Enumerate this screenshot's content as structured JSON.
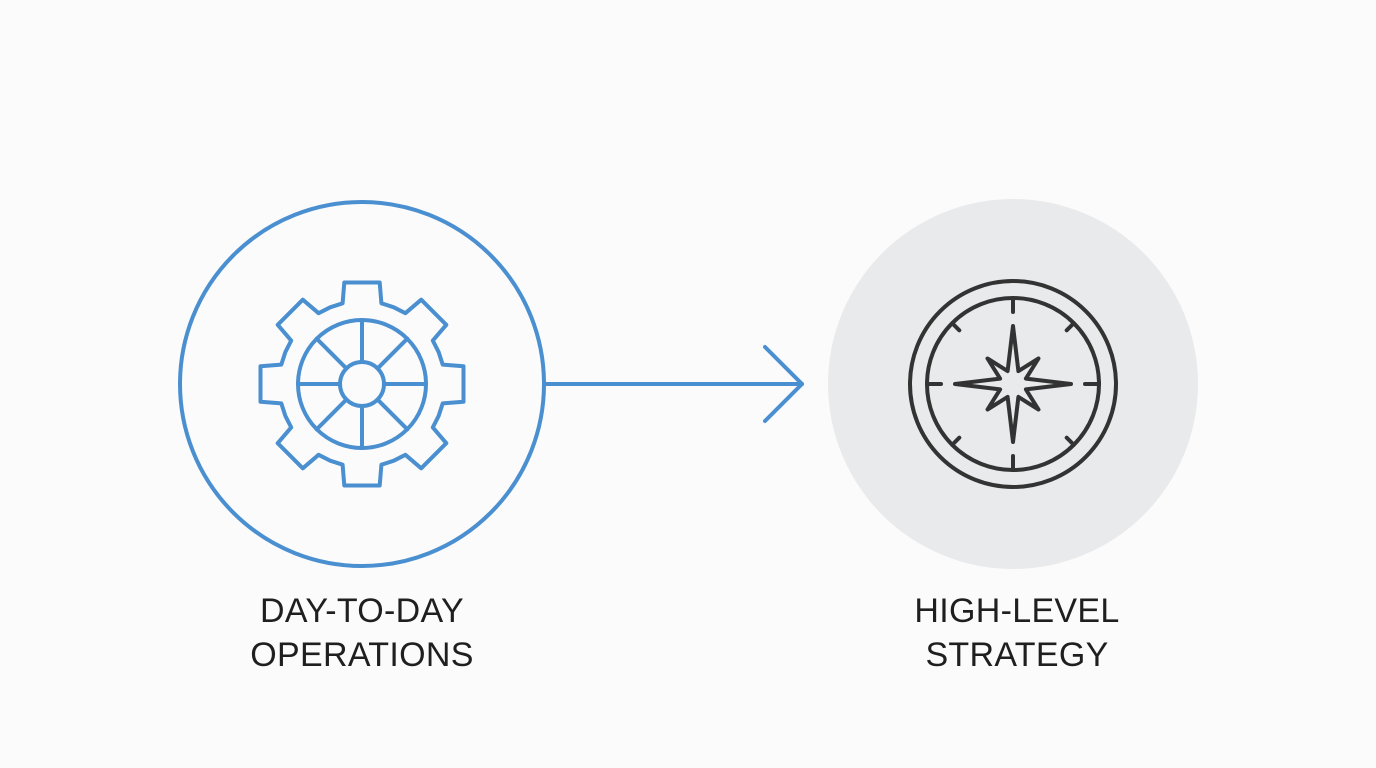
{
  "left_node": {
    "icon": "gear-icon",
    "label_lines": [
      "DAY-TO-DAY",
      "OPERATIONS"
    ],
    "accent_color": "#4a8fd0"
  },
  "connector": {
    "icon": "arrow-right-icon",
    "color": "#4a8fd0"
  },
  "right_node": {
    "icon": "compass-icon",
    "label_lines": [
      "HIGH-LEVEL",
      "STRATEGY"
    ],
    "fill_color": "#e9eaeb",
    "icon_color": "#333333"
  }
}
